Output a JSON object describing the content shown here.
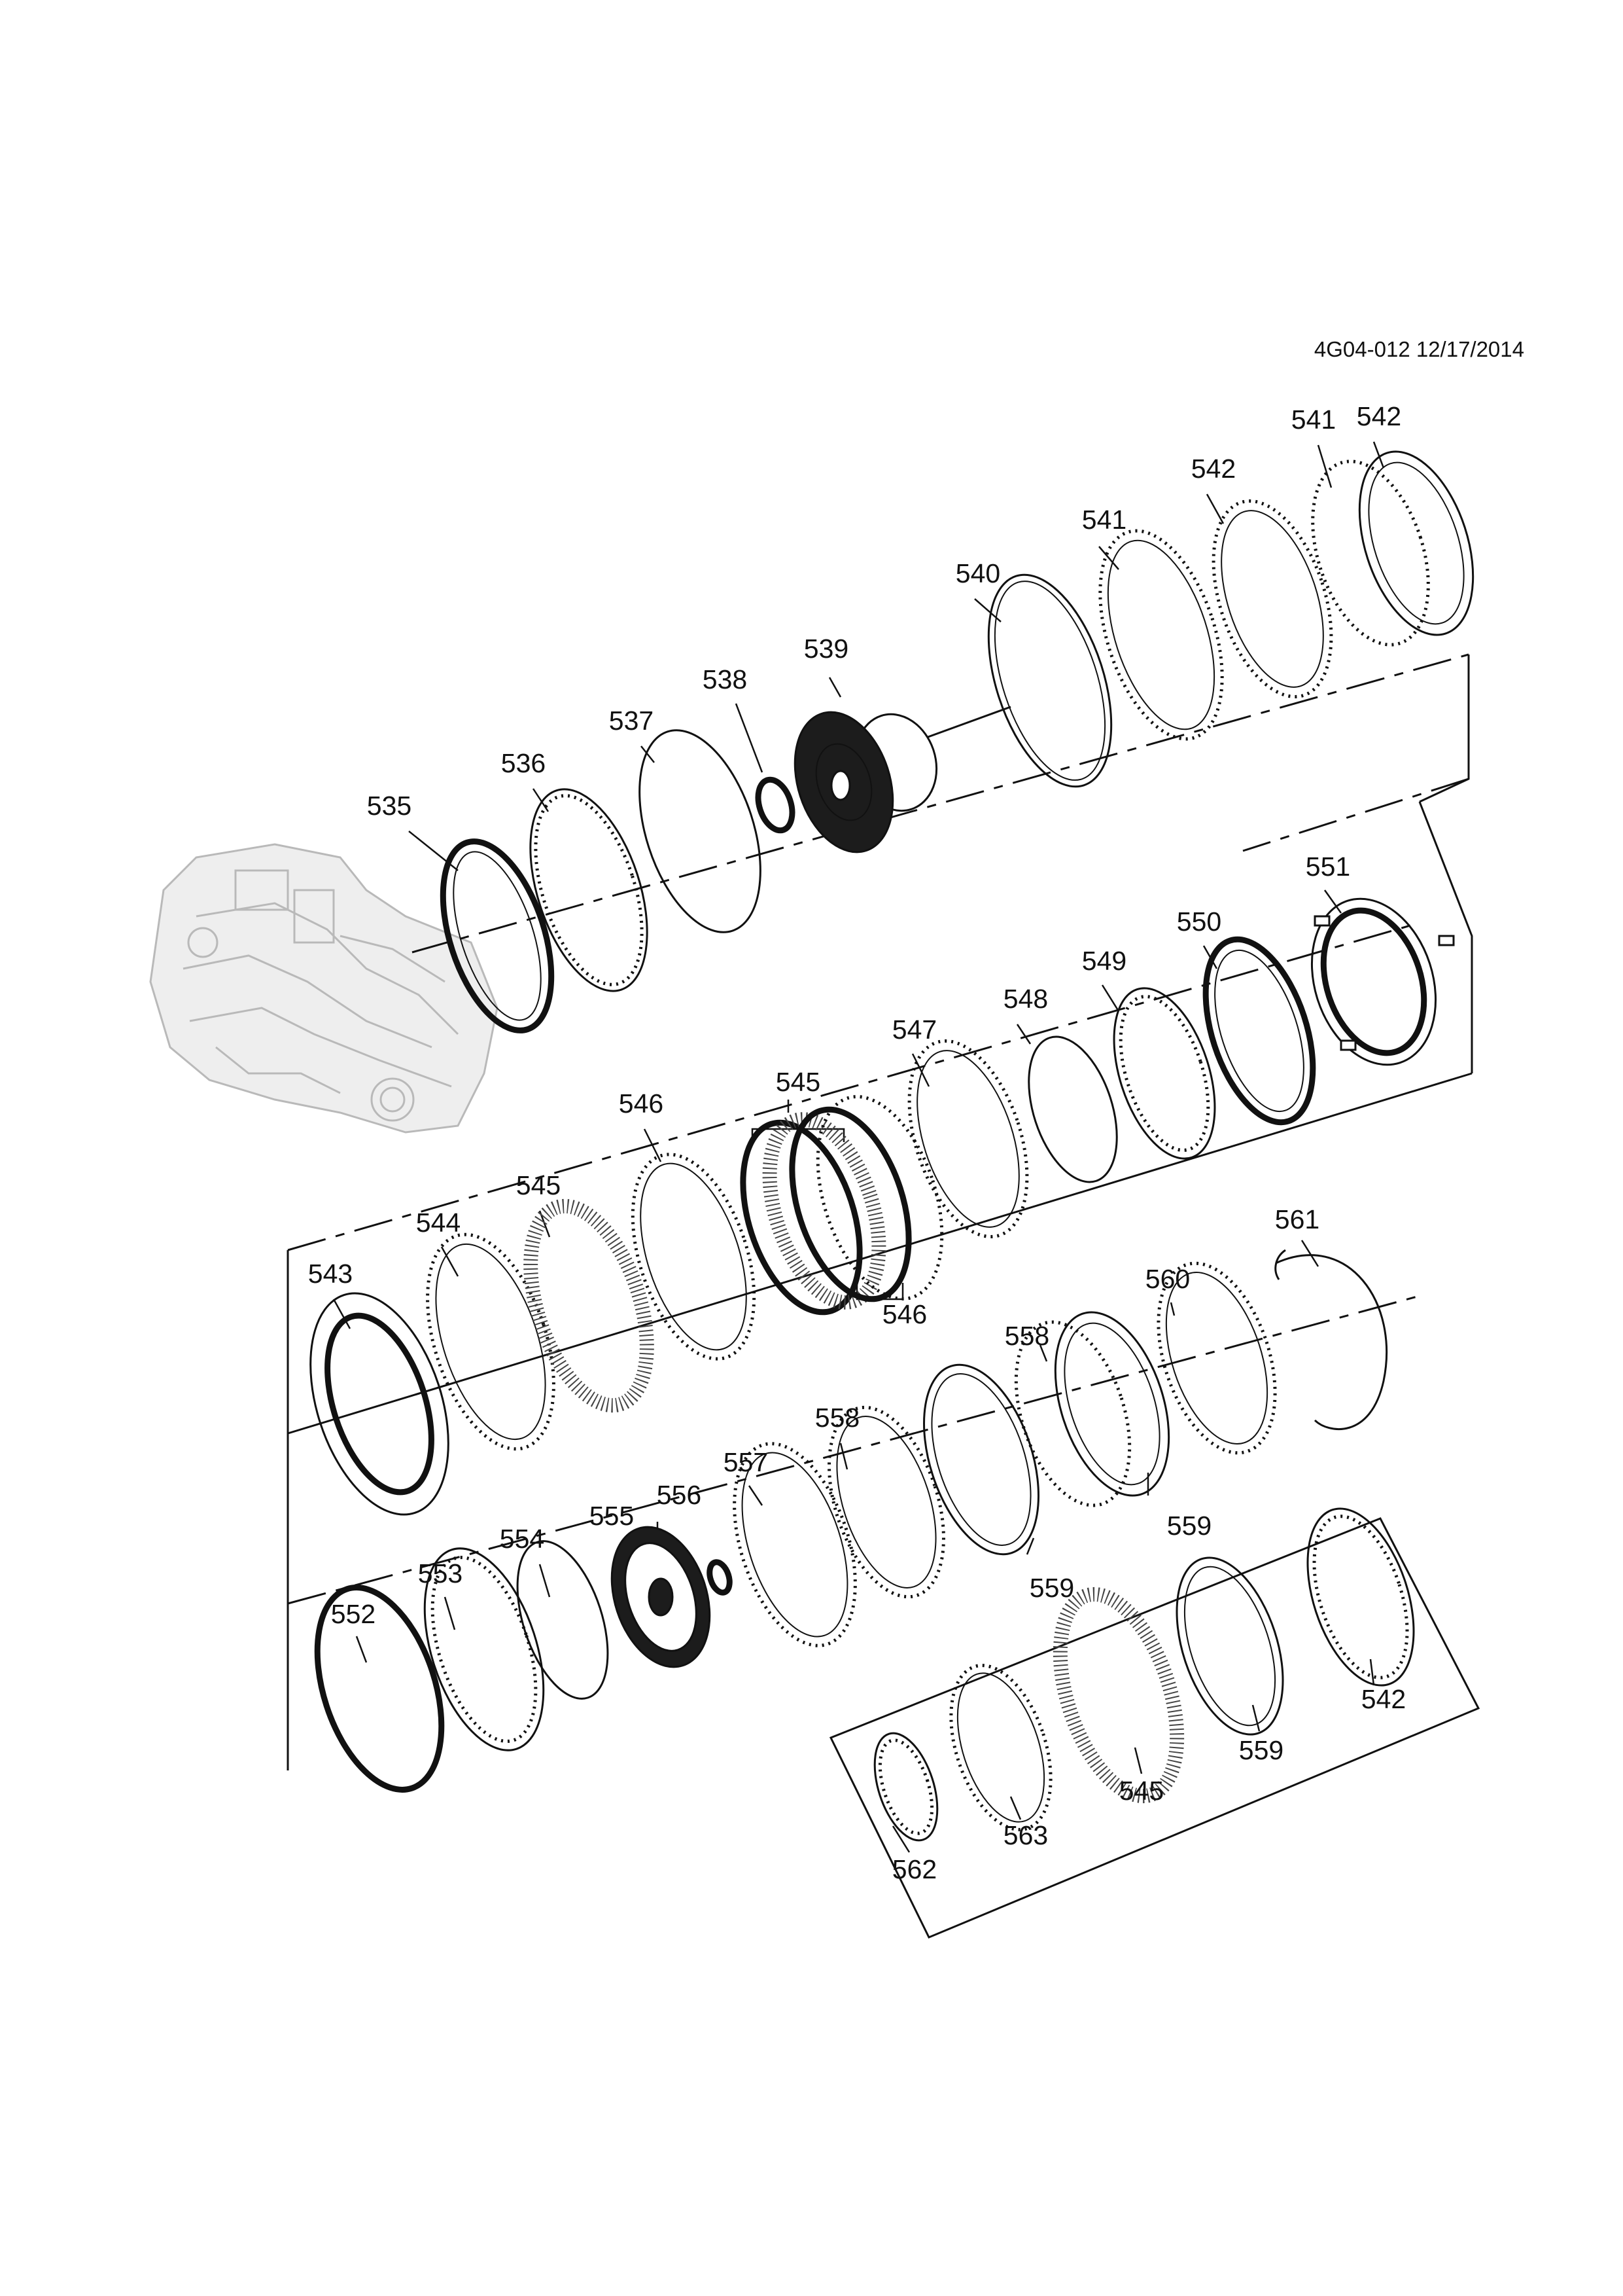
{
  "document": {
    "reference": "4G04-012 12/17/2014"
  },
  "callouts": {
    "c535": "535",
    "c536": "536",
    "c537": "537",
    "c538": "538",
    "c539": "539",
    "c540": "540",
    "c541a": "541",
    "c542a": "542",
    "c541b": "541",
    "c542b": "542",
    "c543": "543",
    "c544": "544",
    "c545a": "545",
    "c546a": "546",
    "c545b": "545",
    "c546b": "546",
    "c547": "547",
    "c548": "548",
    "c549": "549",
    "c550": "550",
    "c551": "551",
    "c552": "552",
    "c553": "553",
    "c554": "554",
    "c555": "555",
    "c556": "556",
    "c557": "557",
    "c558a": "558",
    "c559a": "559",
    "c558b": "558",
    "c559b": "559",
    "c560": "560",
    "c561": "561",
    "c562": "562",
    "c563": "563",
    "c545c": "545",
    "c559c": "559",
    "c542c": "542"
  }
}
